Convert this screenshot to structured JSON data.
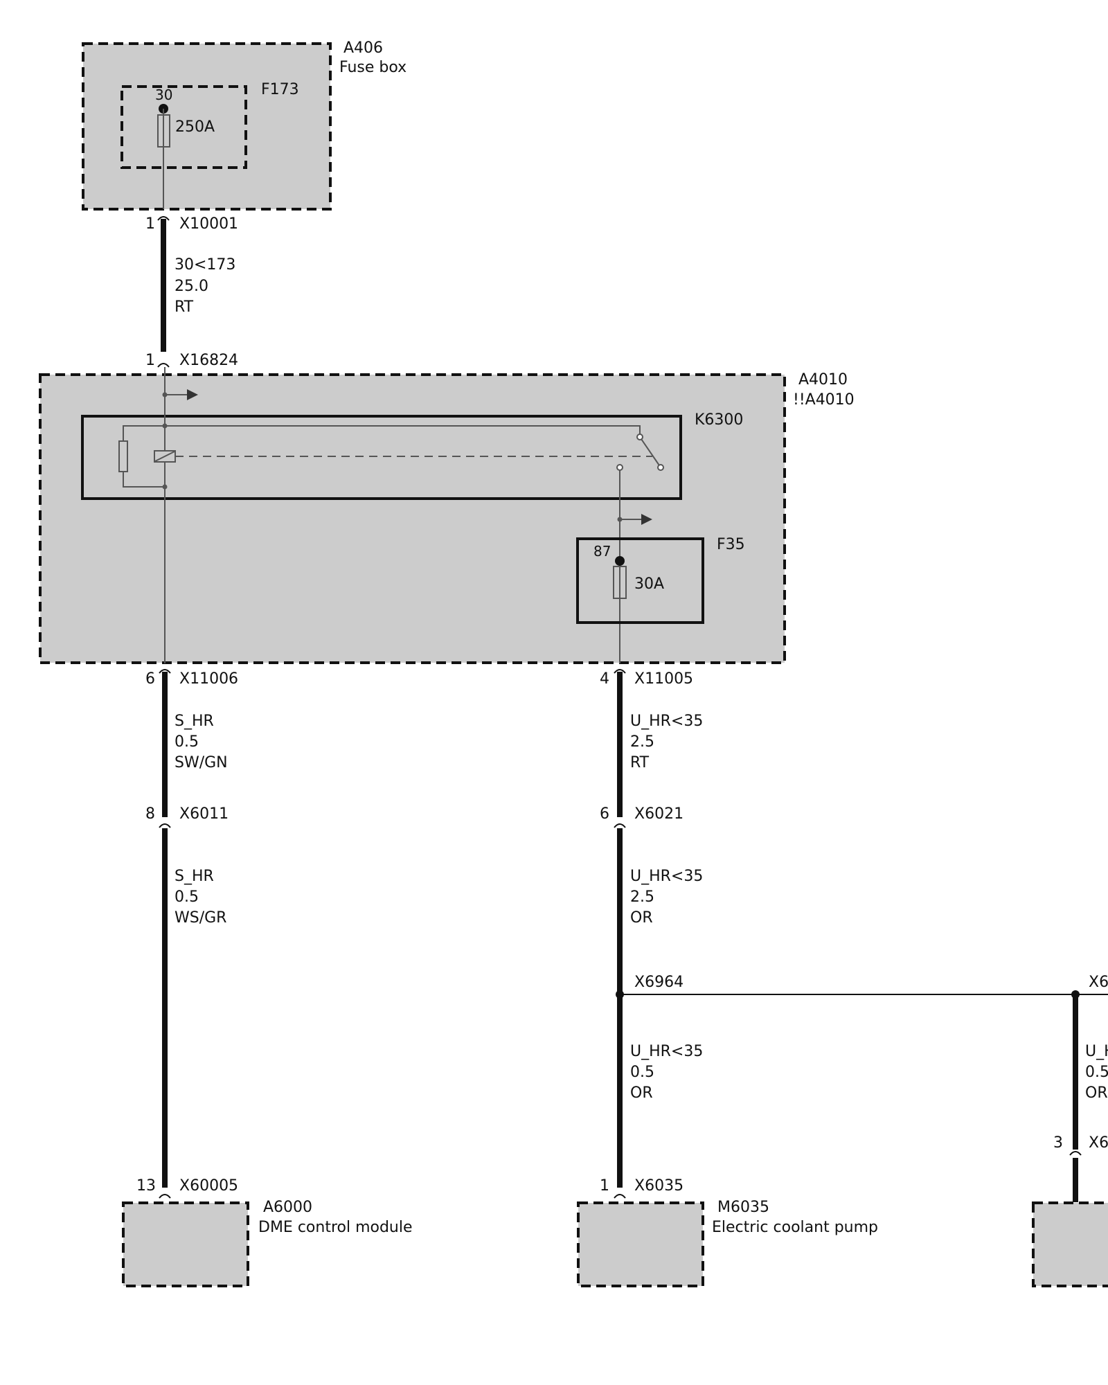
{
  "components": {
    "a406": {
      "id": "A406",
      "name": "Fuse box"
    },
    "f173": {
      "id": "F173",
      "terminal": "30",
      "rating": "250A"
    },
    "a4010": {
      "id": "A4010",
      "alt": "!!A4010"
    },
    "k6300": {
      "id": "K6300"
    },
    "f35": {
      "id": "F35",
      "terminal": "87",
      "rating": "30A"
    },
    "a6000": {
      "id": "A6000",
      "name": "DME control module"
    },
    "m6035": {
      "id": "M6035",
      "name": "Electric coolant pump"
    }
  },
  "connectors": {
    "x10001": {
      "id": "X10001",
      "pin": "1"
    },
    "x16824": {
      "id": "X16824",
      "pin": "1"
    },
    "x11006": {
      "id": "X11006",
      "pin": "6"
    },
    "x11005": {
      "id": "X11005",
      "pin": "4"
    },
    "x6011": {
      "id": "X6011",
      "pin": "8"
    },
    "x6021": {
      "id": "X6021",
      "pin": "6"
    },
    "x6964": {
      "id": "X6964"
    },
    "x6964_right": {
      "id": "X6"
    },
    "x60005": {
      "id": "X60005",
      "pin": "13"
    },
    "x6035": {
      "id": "X6035",
      "pin": "1"
    },
    "right_lower": {
      "id": "X6",
      "pin": "3"
    }
  },
  "wires": {
    "w1": {
      "signal": "30<173",
      "size": "25.0",
      "color": "RT"
    },
    "w2": {
      "signal": "S_HR",
      "size": "0.5",
      "color": "SW/GN"
    },
    "w3": {
      "signal": "U_HR<35",
      "size": "2.5",
      "color": "RT"
    },
    "w4": {
      "signal": "S_HR",
      "size": "0.5",
      "color": "WS/GR"
    },
    "w5": {
      "signal": "U_HR<35",
      "size": "2.5",
      "color": "OR"
    },
    "w6": {
      "signal": "U_HR<35",
      "size": "0.5",
      "color": "OR"
    },
    "w7": {
      "signal": "U_H",
      "size": "0.5",
      "color": "OR"
    }
  }
}
